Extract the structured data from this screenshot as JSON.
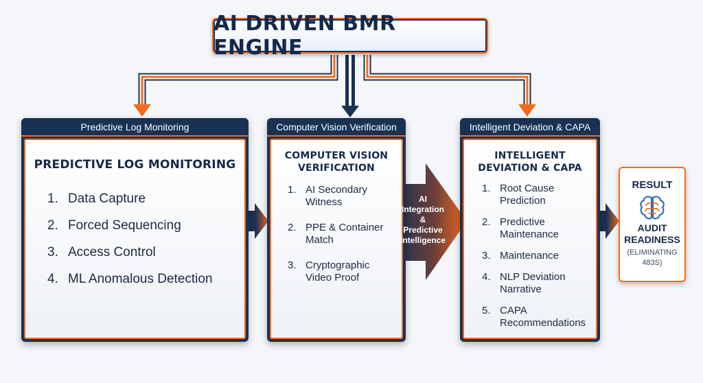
{
  "title": "AI DRIVEN BMR ENGINE",
  "colors": {
    "navy": "#1b3154",
    "orange": "#f26b1d"
  },
  "panels": [
    {
      "header": "Predictive Log Monitoring",
      "title": "PREDICTIVE LOG MONITORING",
      "items": [
        {
          "num": "1.",
          "text": "Data Capture"
        },
        {
          "num": "2.",
          "text": "Forced Sequencing"
        },
        {
          "num": "3.",
          "text": "Access Control"
        },
        {
          "num": "4.",
          "text": "ML Anomalous Detection"
        }
      ]
    },
    {
      "header": "Computer Vision Verification",
      "title_line1": "COMPUTER VISION",
      "title_line2": "VERIFICATION",
      "items": [
        {
          "num": "1.",
          "line1": "AI Secondary",
          "line2": "Witness"
        },
        {
          "num": "2.",
          "line1": "PPE & Container",
          "line2": "Match"
        },
        {
          "num": "3.",
          "line1": "Cryptographic",
          "line2": "Video Proof"
        }
      ]
    },
    {
      "header": "Intelligent Deviation & CAPA",
      "title_line1": "INTELLIGENT",
      "title_line2": "DEVIATION & CAPA",
      "items": [
        {
          "num": "1.",
          "line1": "Root Cause",
          "line2": "Prediction"
        },
        {
          "num": "2.",
          "line1": "Predictive",
          "line2": "Maintenance"
        },
        {
          "num": "3.",
          "line1": "Maintenance",
          "line2": ""
        },
        {
          "num": "4.",
          "line1": "NLP Deviation",
          "line2": "Narrative"
        },
        {
          "num": "5.",
          "line1": "CAPA",
          "line2": "Recommendations"
        }
      ]
    }
  ],
  "integration_arrow": {
    "line1": "AI",
    "line2": "Integration",
    "line3": "&",
    "line4": "Predictive",
    "line5": "Intelligence"
  },
  "result": {
    "title": "RESULT",
    "icon": "brain-icon",
    "main_line1": "AUDIT",
    "main_line2": "READINESS",
    "sub_line1": "(ELIMINATING",
    "sub_line2": "483S)"
  }
}
